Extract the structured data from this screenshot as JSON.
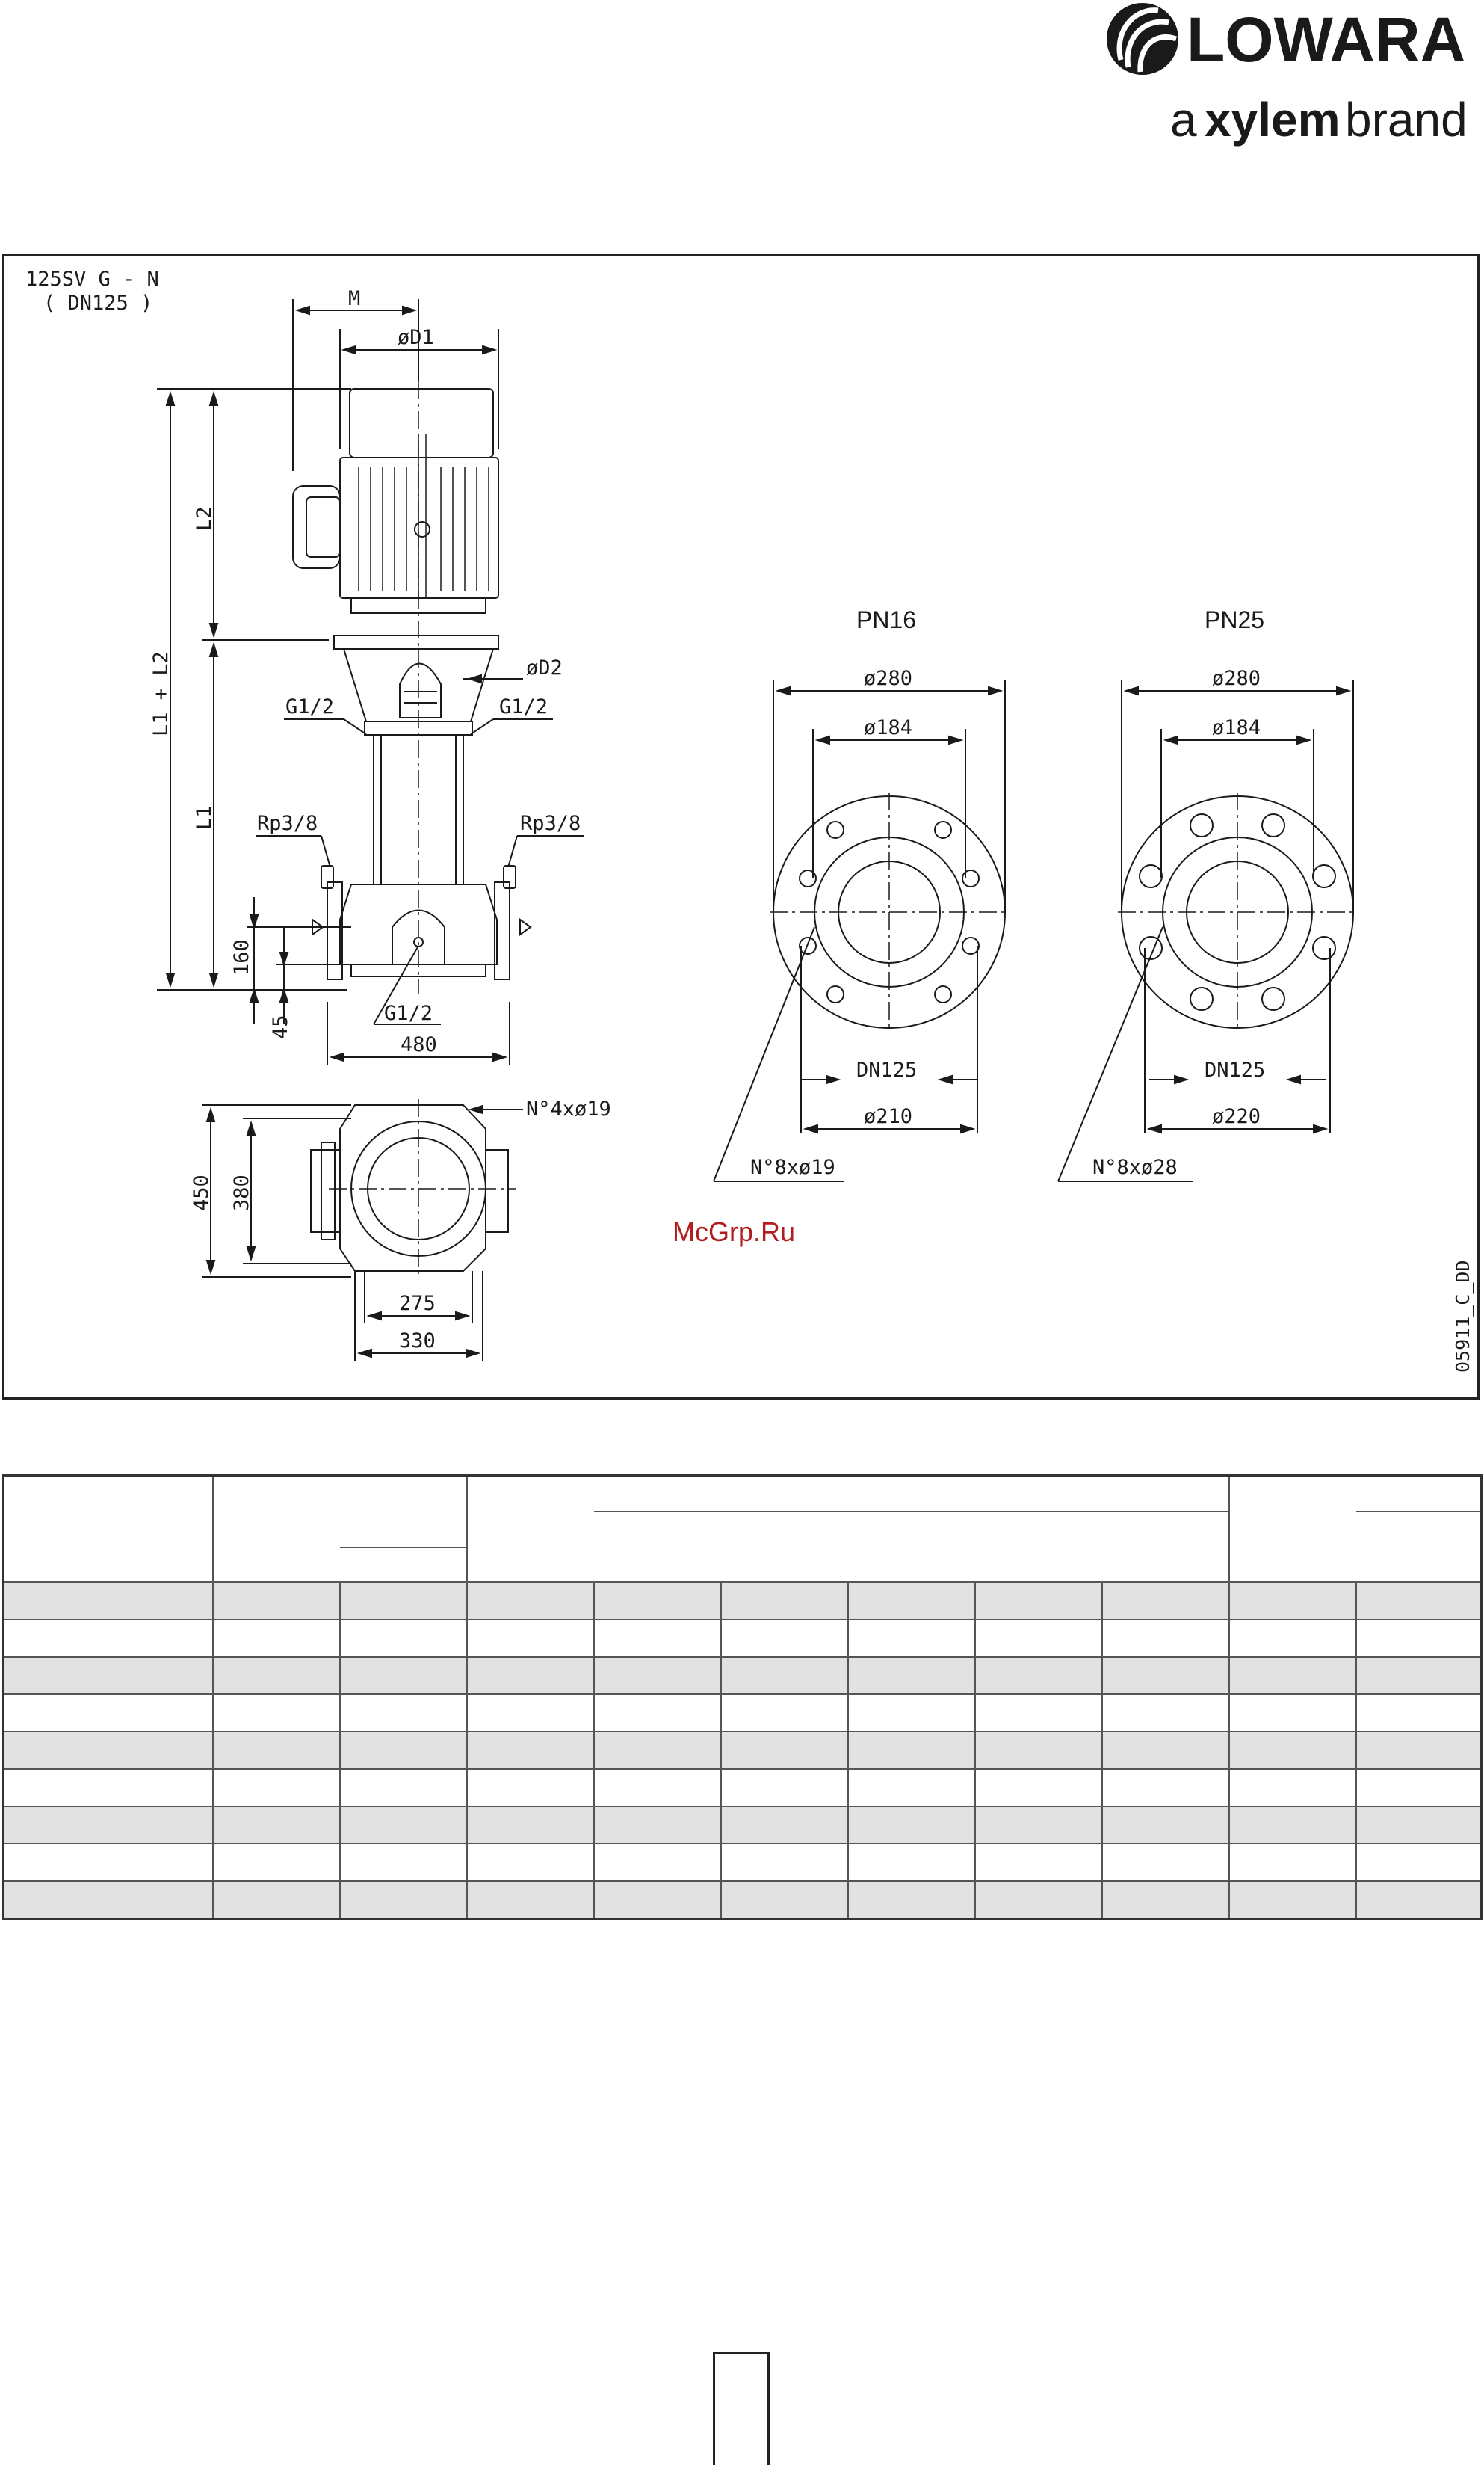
{
  "brand": {
    "logo_text": "LOWARA",
    "tagline_prefix": "a",
    "tagline_brand": "xylem",
    "tagline_suffix": "brand"
  },
  "drawing": {
    "model": "125SV G - N",
    "size": "( DN125 )",
    "code": "05911_C_DD",
    "watermark": "McGrp.Ru",
    "dimensions": {
      "m": "M",
      "d1": "øD1",
      "d2": "øD2",
      "l2": "L2",
      "l1_l2": "L1 + L2",
      "l1": "L1",
      "g12_left": "G1/2",
      "g12_right": "G1/2",
      "g12_bottom": "G1/2",
      "rp_left": "Rp3/8",
      "rp_right": "Rp3/8",
      "h160": "160",
      "h45": "45",
      "w480": "480",
      "bolts": "N°4xø19",
      "h450": "450",
      "h380": "380",
      "w275": "275",
      "w330": "330"
    },
    "flanges": [
      {
        "title": "PN16",
        "outer": "ø280",
        "pcd": "ø184",
        "dn": "DN125",
        "bottom": "ø210",
        "holes": "N°8xø19"
      },
      {
        "title": "PN25",
        "outer": "ø280",
        "pcd": "ø184",
        "dn": "DN125",
        "bottom": "ø220",
        "holes": "N°8xø28"
      }
    ]
  },
  "colors": {
    "line": "#1a1a1a",
    "table_shade": "#e2e2e2"
  }
}
